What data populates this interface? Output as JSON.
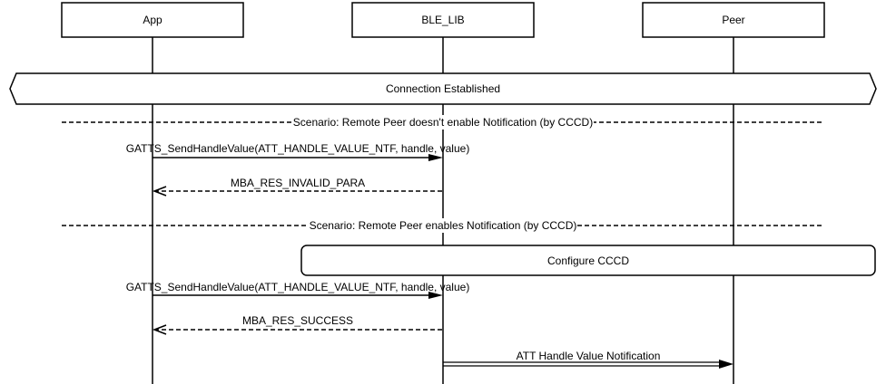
{
  "participants": [
    "App",
    "BLE_LIB",
    "Peer"
  ],
  "banner": "Connection Established",
  "scenario_1": "Scenario: Remote Peer doesn't enable Notification (by CCCD)",
  "msg_1": "GATTS_SendHandleValue(ATT_HANDLE_VALUE_NTF, handle, value)",
  "ret_1": "MBA_RES_INVALID_PARA",
  "scenario_2": "Scenario: Remote Peer enables Notification (by CCCD)",
  "note": "Configure CCCD",
  "msg_2": "GATTS_SendHandleValue(ATT_HANDLE_VALUE_NTF, handle, value)",
  "ret_2": "MBA_RES_SUCCESS",
  "msg_3": "ATT Handle Value Notification"
}
